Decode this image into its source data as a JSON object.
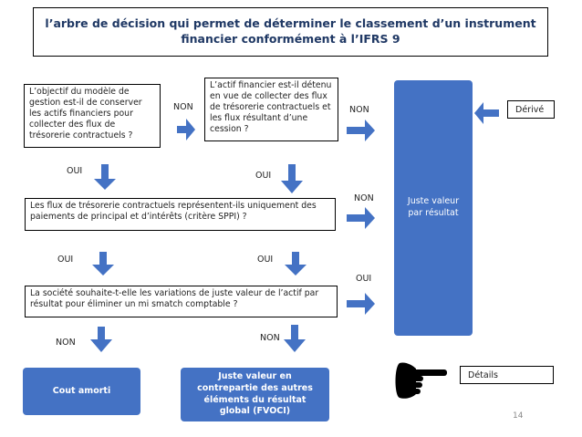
{
  "title": "l’arbre de décision qui permet de déterminer le classement d’un instrument financier conformément à l’IFRS 9",
  "questions": {
    "q1": "L’objectif du modèle de gestion est-il de conserver les actifs financiers pour collecter des flux de trésorerie contractuels ?",
    "q2": "L’actif financier est-il détenu en vue de collecter des flux de trésorerie contractuels et les flux résultant d’une cession ?",
    "q3": "Les flux de trésorerie contractuels représentent-ils uniquement des paiements de principal et d’intérêts (critère SPPI) ?",
    "q4": "La société souhaite-t-elle les variations de juste valeur de l’actif par résultat pour éliminer un mi smatch comptable ?"
  },
  "labels": {
    "non_q1": "NON",
    "non_q2": "NON",
    "oui_q1": "OUI",
    "oui_q2": "OUI",
    "non_q3": "NON",
    "oui_q3_left": "OUI",
    "oui_q3_right": "OUI",
    "oui_q4": "OUI",
    "non_q4_left": "NON",
    "non_q4_right": "NON"
  },
  "results": {
    "fvpl": "Juste valeur par résultat",
    "amortised_cost": "Cout amorti",
    "fvoci": "Juste valeur en contrepartie des autres éléments du résultat global (FVOCI)"
  },
  "side": {
    "derive": "Dérivé",
    "details": "Détails"
  },
  "page_number": "14",
  "colors": {
    "accent": "#4472c4",
    "title_text": "#1f3864"
  },
  "icons": {
    "pointer": "pointing-hand-icon"
  }
}
